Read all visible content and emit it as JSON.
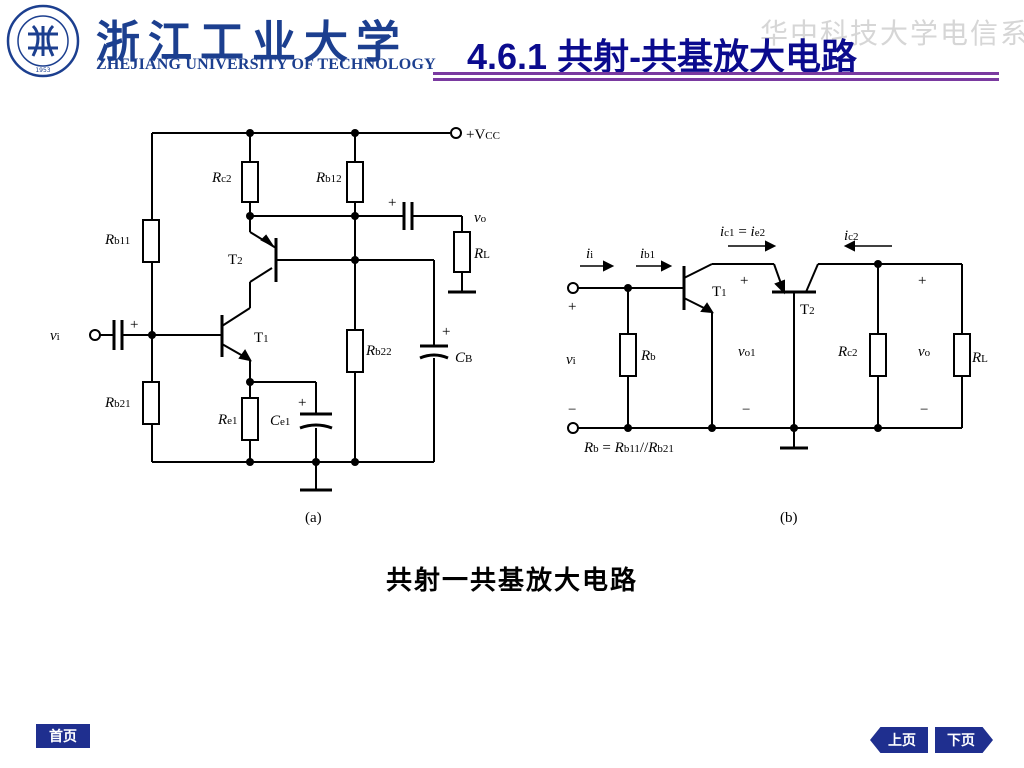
{
  "header": {
    "university_cn": "浙江工业大学",
    "university_en": "ZHEJIANG UNIVERSITY OF TECHNOLOGY",
    "slide_title": "4.6.1  共射-共基放大电路",
    "watermark": "华中科技大学电信系",
    "seal_text": "浙江工业大学",
    "seal_year": "1953",
    "rule_color": "#7a3aa0",
    "title_color": "#0b0b8e"
  },
  "circuit_a": {
    "labels": {
      "vcc": "+V",
      "vcc_sub": "CC",
      "rc2": "R",
      "rc2_sub": "c2",
      "rb12": "R",
      "rb12_sub": "b12",
      "rb11": "R",
      "rb11_sub": "b11",
      "rb21": "R",
      "rb21_sub": "b21",
      "rb22": "R",
      "rb22_sub": "b22",
      "re1": "R",
      "re1_sub": "e1",
      "ce1": "C",
      "ce1_sub": "e1",
      "cb": "C",
      "cb_sub": "B",
      "rl": "R",
      "rl_sub": "L",
      "vo": "v",
      "vo_sub": "o",
      "vi": "v",
      "vi_sub": "i",
      "t1": "T",
      "t1_sub": "1",
      "t2": "T",
      "t2_sub": "2",
      "plus": "+"
    },
    "caption": "(a)"
  },
  "circuit_b": {
    "labels": {
      "ii": "i",
      "ii_sub": "i",
      "ib1": "i",
      "ib1_sub": "b1",
      "ic1_eq": "i",
      "ic1_sub": "c1",
      "eq": " = ",
      "ie2": "i",
      "ie2_sub": "e2",
      "ic2": "i",
      "ic2_sub": "c2",
      "t1": "T",
      "t1_sub": "1",
      "t2": "T",
      "t2_sub": "2",
      "rb": "R",
      "rb_sub": "b",
      "vi": "v",
      "vi_sub": "i",
      "vo1": "v",
      "vo1_sub": "o1",
      "rc2": "R",
      "rc2_sub": "c2",
      "vo": "v",
      "vo_sub": "o",
      "rl": "R",
      "rl_sub": "L",
      "plus": "+",
      "minus": "−",
      "rb_formula_1": "R",
      "rb_formula_1_sub": "b",
      "rb_formula_eq": " = ",
      "rb_formula_2": "R",
      "rb_formula_2_sub": "b11",
      "rb_formula_par": "//",
      "rb_formula_3": "R",
      "rb_formula_3_sub": "b21"
    },
    "caption": "(b)"
  },
  "figure_caption": "共射一共基放大电路",
  "nav": {
    "home": "首页",
    "prev": "上页",
    "next": "下页",
    "button_color": "#1f2f8f"
  }
}
